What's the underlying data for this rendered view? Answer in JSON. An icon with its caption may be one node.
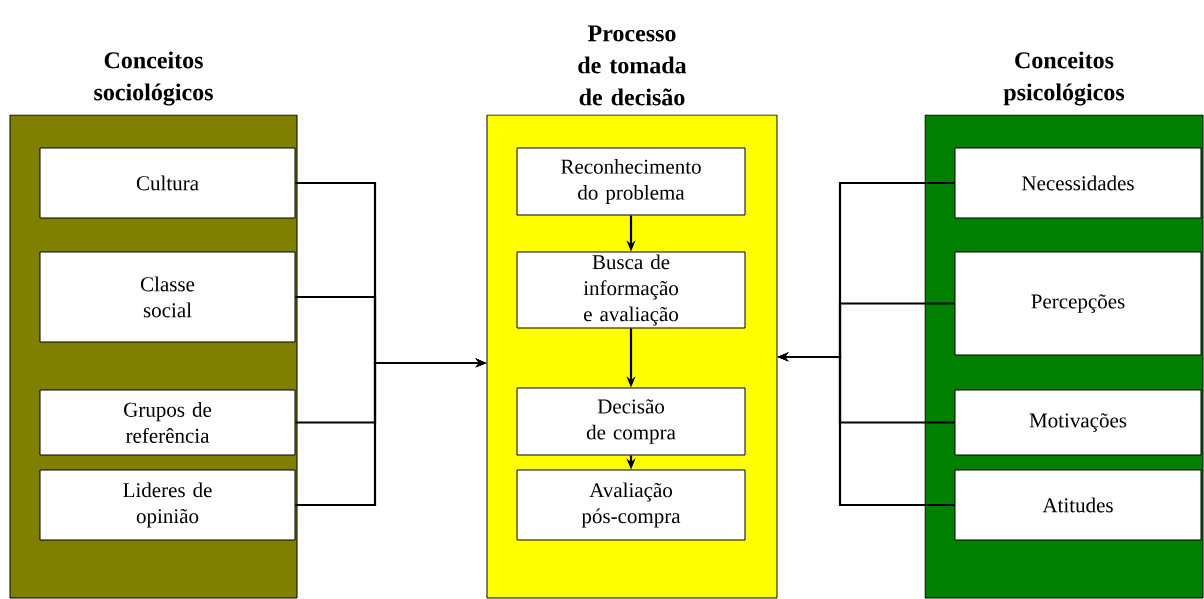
{
  "diagram": {
    "nodes": [
      {
        "text": [
          "Conceitos sociológicos"
        ]
      },
      {
        "text": [
          "Cultura"
        ],
        "in": 0
      },
      {
        "text": [
          "Classe social"
        ],
        "in": 0
      },
      {
        "text": [
          "Grupos de referência"
        ],
        "in": 0
      },
      {
        "text": [
          "Lideres de opinião"
        ],
        "in": 0
      },
      {
        "text": [
          "Processo de tomada de decisão"
        ]
      },
      {
        "text": [
          "Reconhecimento do problema"
        ],
        "in": 5
      },
      {
        "text": [
          "Busca de informação e avaliação"
        ],
        "in": 5
      },
      {
        "text": [
          "Decisão de compra"
        ],
        "in": 5
      },
      {
        "text": [
          "Avaliação pós-compra"
        ],
        "in": 5
      },
      {
        "text": [
          "Conceitos psicológicos"
        ]
      },
      {
        "text": [
          "Necessidades"
        ],
        "in": 10
      },
      {
        "text": [
          "Percepções"
        ],
        "in": 10
      },
      {
        "text": [
          "Motivações"
        ],
        "in": 10
      },
      {
        "text": [
          "Atitudes"
        ],
        "in": 10
      }
    ],
    "edges": [
      {
        "from": 1,
        "to": 5,
        "arrow": "to"
      },
      {
        "from": 2,
        "to": 5,
        "arrow": "to"
      },
      {
        "from": 3,
        "to": 5,
        "arrow": "to"
      },
      {
        "from": 4,
        "to": 5,
        "arrow": "to"
      },
      {
        "from": 6,
        "to": 7,
        "arrow": "to"
      },
      {
        "from": 7,
        "to": 8,
        "arrow": "to"
      },
      {
        "from": 8,
        "to": 9,
        "arrow": "to"
      },
      {
        "from": 11,
        "to": 5,
        "arrow": "to"
      },
      {
        "from": 12,
        "to": 5,
        "arrow": "to"
      },
      {
        "from": 13,
        "to": 5,
        "arrow": "to"
      },
      {
        "from": 14,
        "to": 5,
        "arrow": "to"
      }
    ]
  }
}
